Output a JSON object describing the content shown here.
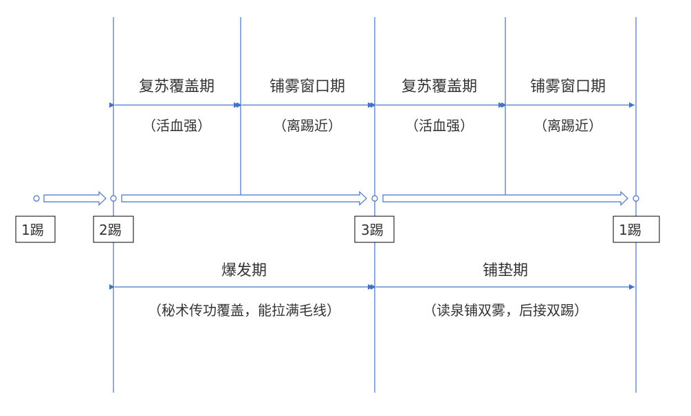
{
  "top_phases": [
    {
      "title": "复苏覆盖期",
      "note": "（活血强）"
    },
    {
      "title": "铺雾窗口期",
      "note": "（离踢近）"
    },
    {
      "title": "复苏覆盖期",
      "note": "（活血强）"
    },
    {
      "title": "铺雾窗口期",
      "note": "（离踢近）"
    }
  ],
  "kicks": [
    "1踢",
    "2踢",
    "3踢",
    "1踢"
  ],
  "bottom_phases": [
    {
      "title": "爆发期",
      "note": "（秘术传功覆盖，能拉满毛线）"
    },
    {
      "title": "铺垫期",
      "note": "（读泉铺双雾，后接双踢）"
    }
  ],
  "colors": {
    "line": "#4472C4",
    "text": "#333333",
    "box_border": "#000000"
  }
}
